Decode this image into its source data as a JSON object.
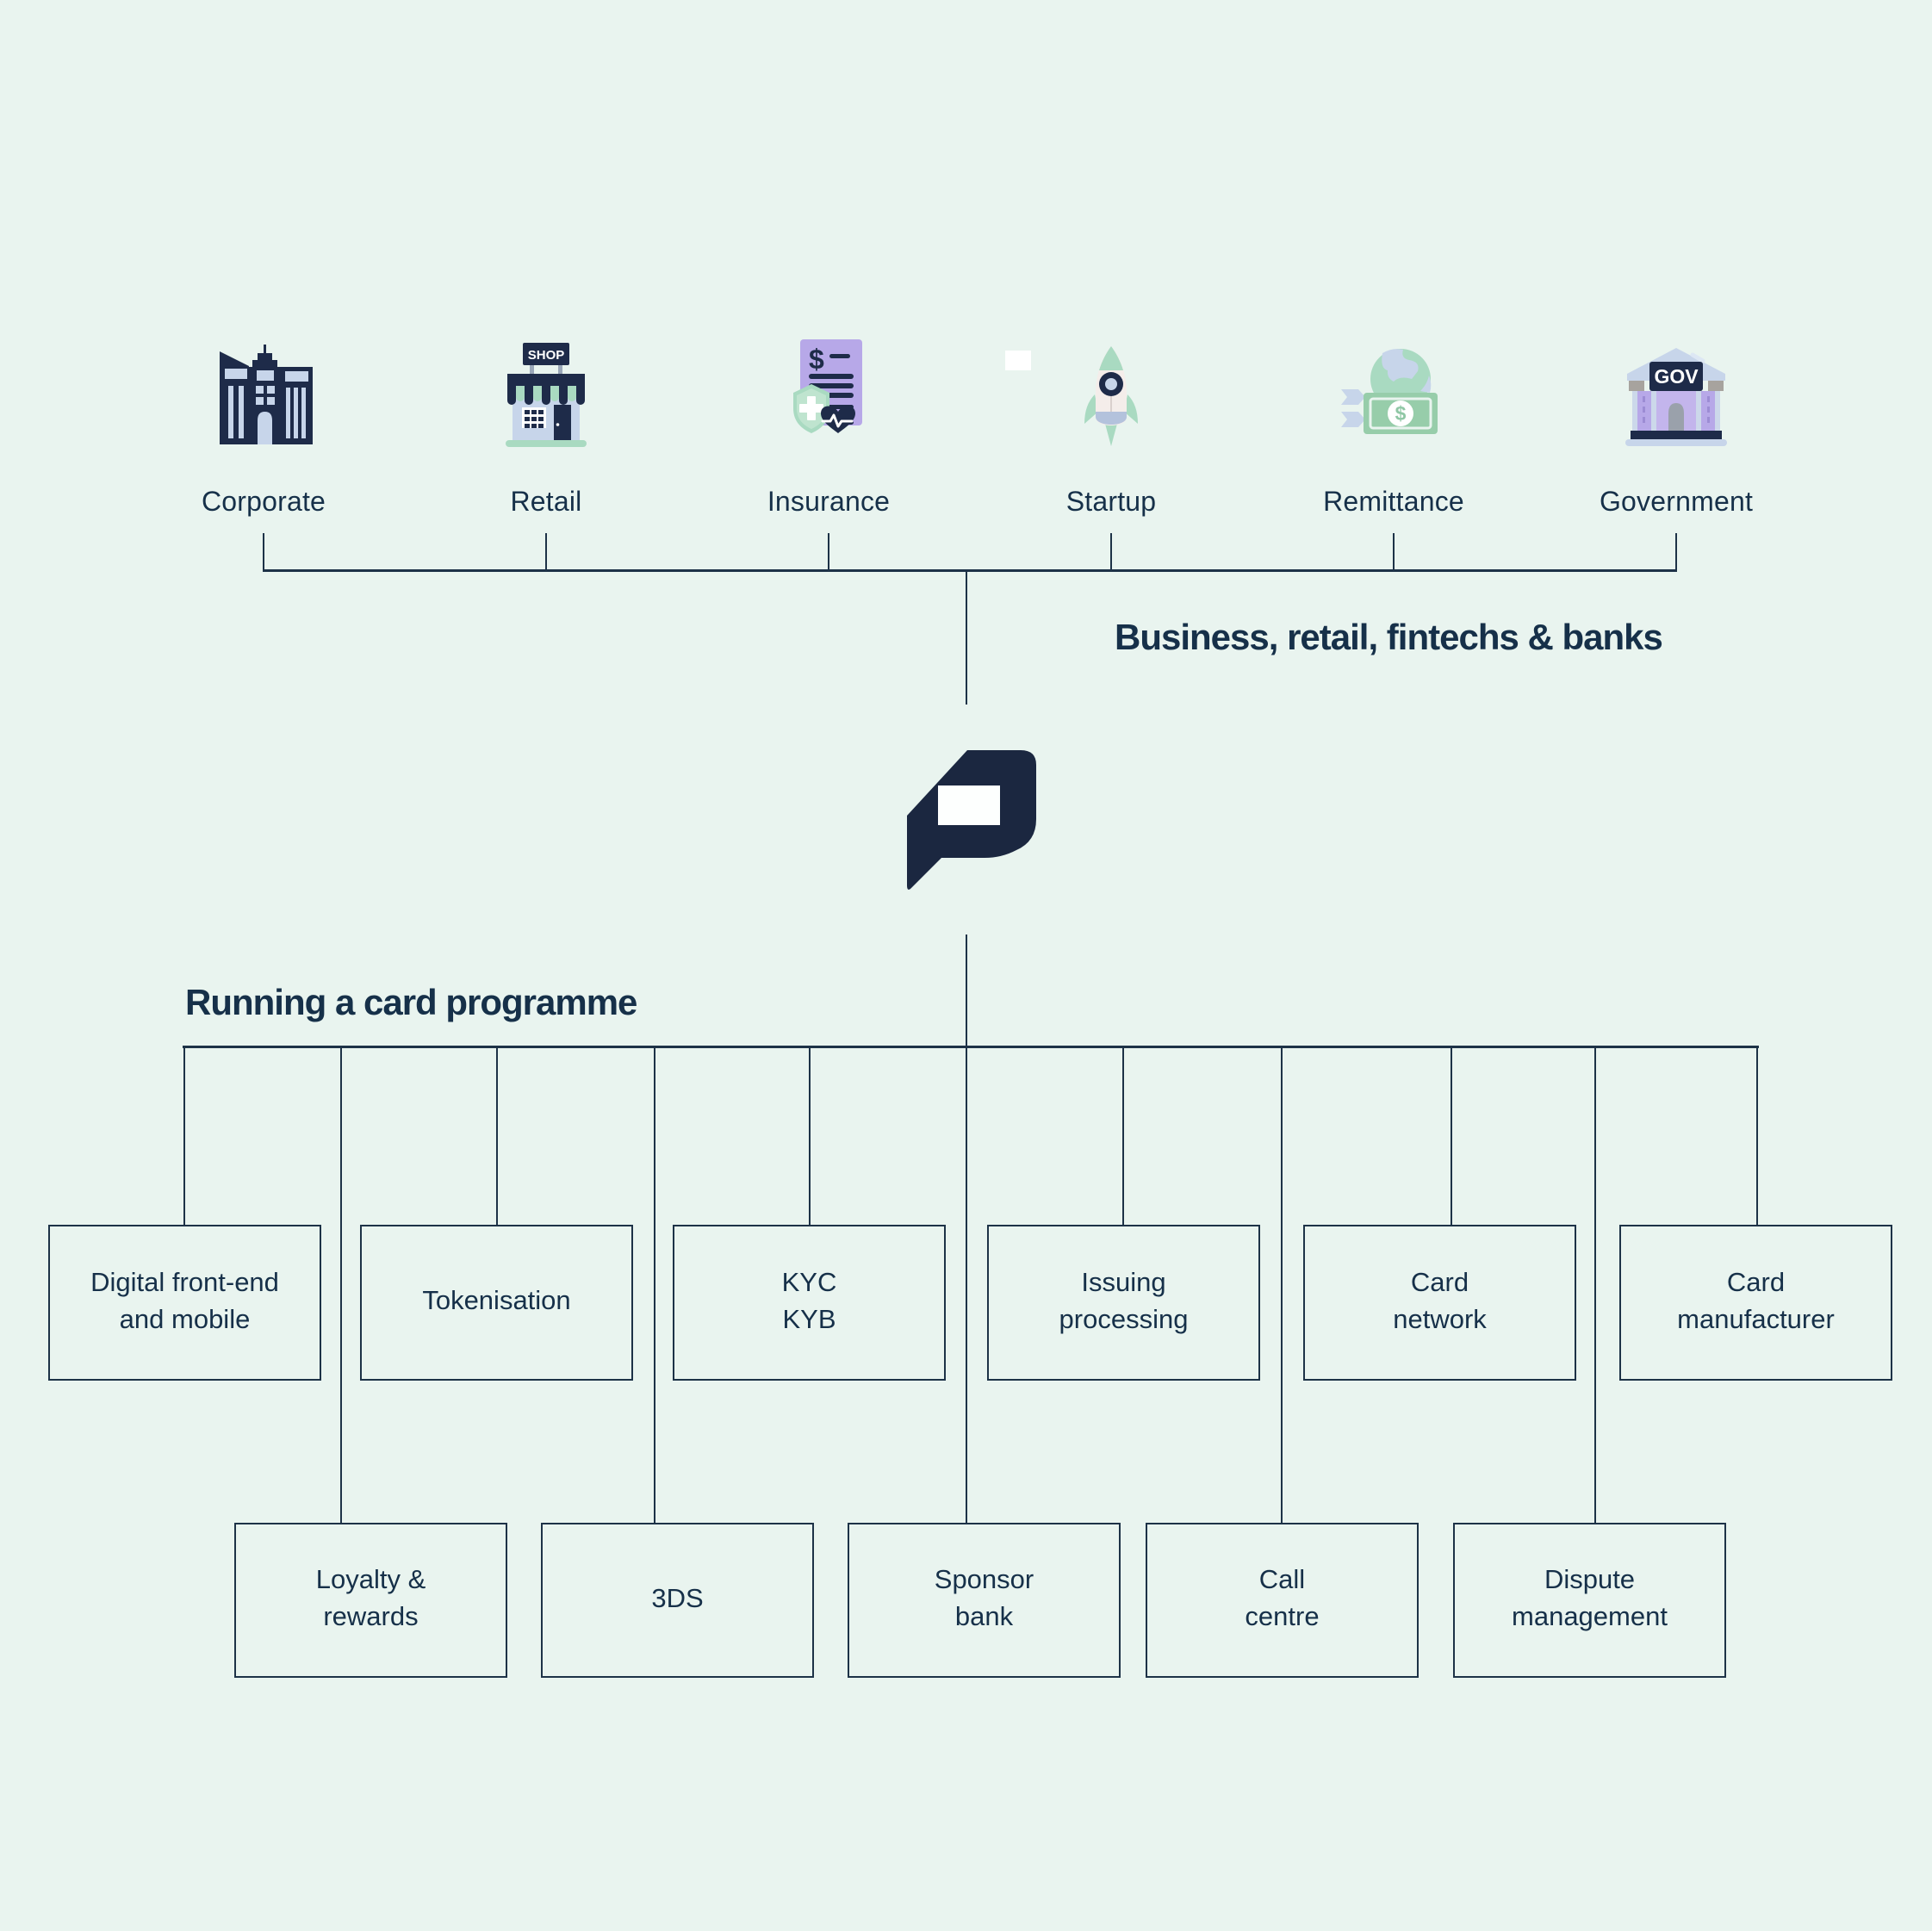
{
  "colors": {
    "background": "#e9f4ef",
    "navy": "#1e2b49",
    "text": "#163049",
    "line": "#1d3247",
    "light_blue": "#c7d5ea",
    "mint": "#a9dac1",
    "purple": "#b7a8e8",
    "bill_green": "#97cdaa"
  },
  "segments": {
    "caption": "Business, retail, fintechs & banks",
    "items": [
      {
        "label": "Corporate",
        "icon": "corporate-building-icon"
      },
      {
        "label": "Retail",
        "icon": "retail-shop-icon"
      },
      {
        "label": "Insurance",
        "icon": "insurance-policy-icon"
      },
      {
        "label": "Startup",
        "icon": "startup-rocket-icon"
      },
      {
        "label": "Remittance",
        "icon": "remittance-money-icon"
      },
      {
        "label": "Government",
        "icon": "government-building-icon"
      }
    ]
  },
  "icon_texts": {
    "shop_sign": "SHOP",
    "gov_sign": "GOV",
    "dollar": "$"
  },
  "logo": {
    "name": "paymentology-logo"
  },
  "programme": {
    "title": "Running a card programme",
    "top_boxes": [
      {
        "lines": [
          "Digital front-end",
          "and mobile"
        ]
      },
      {
        "lines": [
          "Tokenisation"
        ]
      },
      {
        "lines": [
          "KYC",
          "KYB"
        ]
      },
      {
        "lines": [
          "Issuing",
          "processing"
        ]
      },
      {
        "lines": [
          "Card",
          "network"
        ]
      },
      {
        "lines": [
          "Card",
          "manufacturer"
        ]
      }
    ],
    "bottom_boxes": [
      {
        "lines": [
          "Loyalty &",
          "rewards"
        ]
      },
      {
        "lines": [
          "3DS"
        ]
      },
      {
        "lines": [
          "Sponsor",
          "bank"
        ]
      },
      {
        "lines": [
          "Call",
          "centre"
        ]
      },
      {
        "lines": [
          "Dispute",
          "management"
        ]
      }
    ]
  }
}
